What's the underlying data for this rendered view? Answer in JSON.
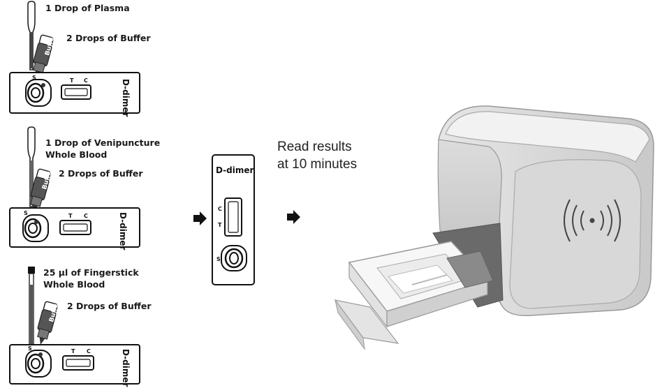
{
  "steps": [
    {
      "sample_label": "1 Drop of Plasma",
      "buffer_label": "2 Drops of Buffer"
    },
    {
      "sample_label_line1": "1 Drop of Venipuncture",
      "sample_label_line2": "Whole Blood",
      "buffer_label": "2 Drops of Buffer"
    },
    {
      "sample_label_line1": "25 µl of Fingerstick",
      "sample_label_line2": "Whole Blood",
      "buffer_label": "2 Drops of Buffer"
    }
  ],
  "cassette": {
    "name": "D-dimer",
    "control_mark": "C",
    "test_mark": "T",
    "sample_mark": "S"
  },
  "buffer_vial_text": "Buffer",
  "read": {
    "line1": "Read results",
    "line2": "at 10 minutes"
  }
}
